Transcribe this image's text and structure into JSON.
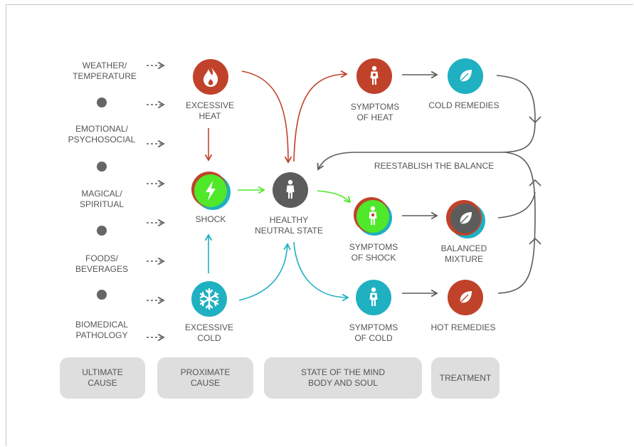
{
  "ultimate_causes": [
    {
      "line1": "WEATHER/",
      "line2": "TEMPERATURE"
    },
    {
      "line1": "EMOTIONAL/",
      "line2": "PSYCHOSOCIAL"
    },
    {
      "line1": "MAGICAL/",
      "line2": "SPIRITUAL"
    },
    {
      "line1": "FOODS/",
      "line2": "BEVERAGES"
    },
    {
      "line1": "BIOMEDICAL",
      "line2": "PATHOLOGY"
    }
  ],
  "nodes": {
    "excessive_heat": {
      "line1": "EXCESSIVE",
      "line2": "HEAT"
    },
    "shock": {
      "line1": "SHOCK"
    },
    "excessive_cold": {
      "line1": "EXCESSIVE",
      "line2": "COLD"
    },
    "healthy": {
      "line1": "HEALTHY",
      "line2": "NEUTRAL STATE"
    },
    "symptoms_heat": {
      "line1": "SYMPTOMS",
      "line2": "OF HEAT"
    },
    "symptoms_shock": {
      "line1": "SYMPTOMS",
      "line2": "OF SHOCK"
    },
    "symptoms_cold": {
      "line1": "SYMPTOMS",
      "line2": "OF COLD"
    },
    "cold_remedies": {
      "line1": "COLD REMEDIES"
    },
    "balanced_mixture": {
      "line1": "BALANCED",
      "line2": "MIXTURE"
    },
    "hot_remedies": {
      "line1": "HOT REMEDIES"
    }
  },
  "reestablish_label": "REESTABLISH THE BALANCE",
  "categories": [
    {
      "line1": "ULTIMATE",
      "line2": "CAUSE"
    },
    {
      "line1": "PROXIMATE",
      "line2": "CAUSE"
    },
    {
      "line1": "STATE OF THE MIND",
      "line2": "BODY AND SOUL"
    },
    {
      "line1": "TREATMENT"
    }
  ],
  "colors": {
    "heat": "#c0422b",
    "cold": "#1fb0c1",
    "shock": "#4fe82a",
    "neutral": "#5c5c5c",
    "text": "#555555",
    "category_bg": "#dedede"
  },
  "icons": {
    "excessive_heat": "flame-icon",
    "shock": "lightning-icon",
    "excessive_cold": "snowflake-icon",
    "healthy": "person-icon",
    "symptoms": "person-symptom-icon",
    "remedies": "leaf-icon"
  }
}
